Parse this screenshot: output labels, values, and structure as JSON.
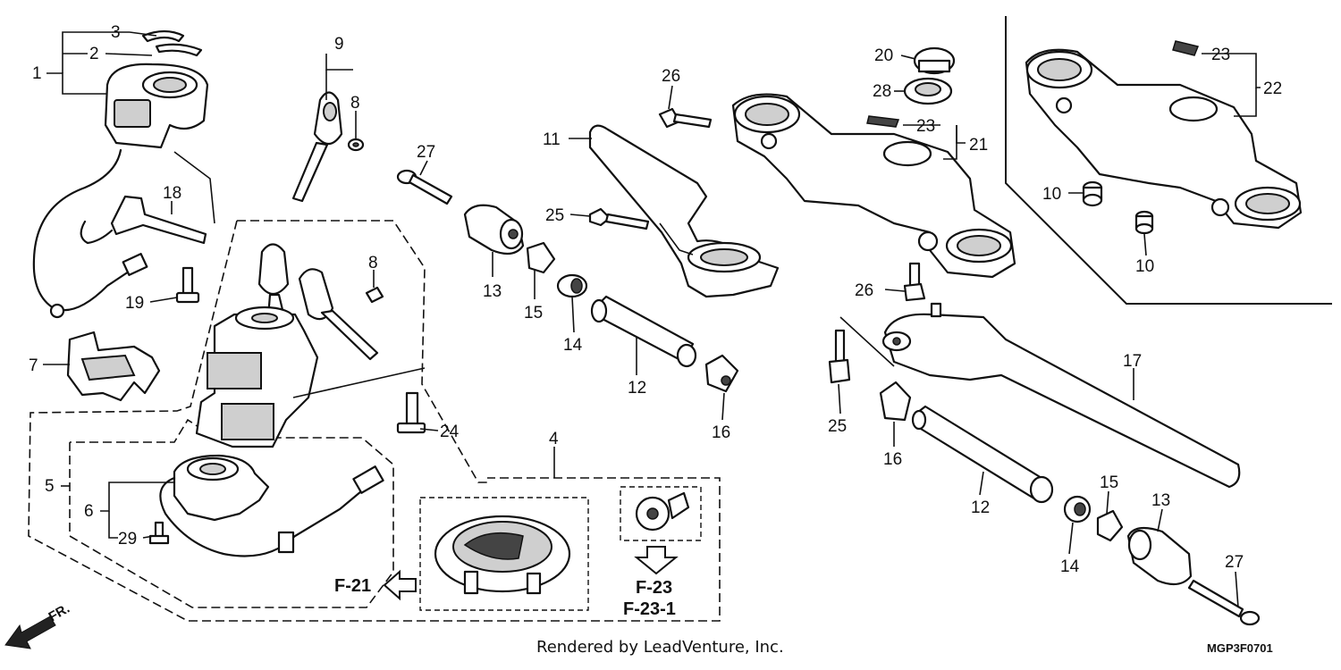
{
  "callouts": [
    {
      "id": "c1",
      "text": "1"
    },
    {
      "id": "c2",
      "text": "2"
    },
    {
      "id": "c3",
      "text": "3"
    },
    {
      "id": "c4",
      "text": "4"
    },
    {
      "id": "c5",
      "text": "5"
    },
    {
      "id": "c6",
      "text": "6"
    },
    {
      "id": "c7",
      "text": "7"
    },
    {
      "id": "c8a",
      "text": "8"
    },
    {
      "id": "c8b",
      "text": "8"
    },
    {
      "id": "c9",
      "text": "9"
    },
    {
      "id": "c10a",
      "text": "10"
    },
    {
      "id": "c10b",
      "text": "10"
    },
    {
      "id": "c11",
      "text": "11"
    },
    {
      "id": "c12a",
      "text": "12"
    },
    {
      "id": "c12b",
      "text": "12"
    },
    {
      "id": "c13a",
      "text": "13"
    },
    {
      "id": "c13b",
      "text": "13"
    },
    {
      "id": "c14a",
      "text": "14"
    },
    {
      "id": "c14b",
      "text": "14"
    },
    {
      "id": "c15a",
      "text": "15"
    },
    {
      "id": "c15b",
      "text": "15"
    },
    {
      "id": "c16a",
      "text": "16"
    },
    {
      "id": "c16b",
      "text": "16"
    },
    {
      "id": "c17",
      "text": "17"
    },
    {
      "id": "c18",
      "text": "18"
    },
    {
      "id": "c19",
      "text": "19"
    },
    {
      "id": "c20",
      "text": "20"
    },
    {
      "id": "c21",
      "text": "21"
    },
    {
      "id": "c22",
      "text": "22"
    },
    {
      "id": "c23a",
      "text": "23"
    },
    {
      "id": "c23b",
      "text": "23"
    },
    {
      "id": "c24",
      "text": "24"
    },
    {
      "id": "c25a",
      "text": "25"
    },
    {
      "id": "c25b",
      "text": "25"
    },
    {
      "id": "c26a",
      "text": "26"
    },
    {
      "id": "c26b",
      "text": "26"
    },
    {
      "id": "c27a",
      "text": "27"
    },
    {
      "id": "c27b",
      "text": "27"
    },
    {
      "id": "c28",
      "text": "28"
    },
    {
      "id": "c29",
      "text": "29"
    }
  ],
  "refs": {
    "f21": "F-21",
    "f23": "F-23",
    "f23_1": "F-23-1"
  },
  "direction_label": "FR.",
  "footer": {
    "credit": "Rendered by LeadVenture, Inc.",
    "diagram_code": "MGP3F0701"
  }
}
